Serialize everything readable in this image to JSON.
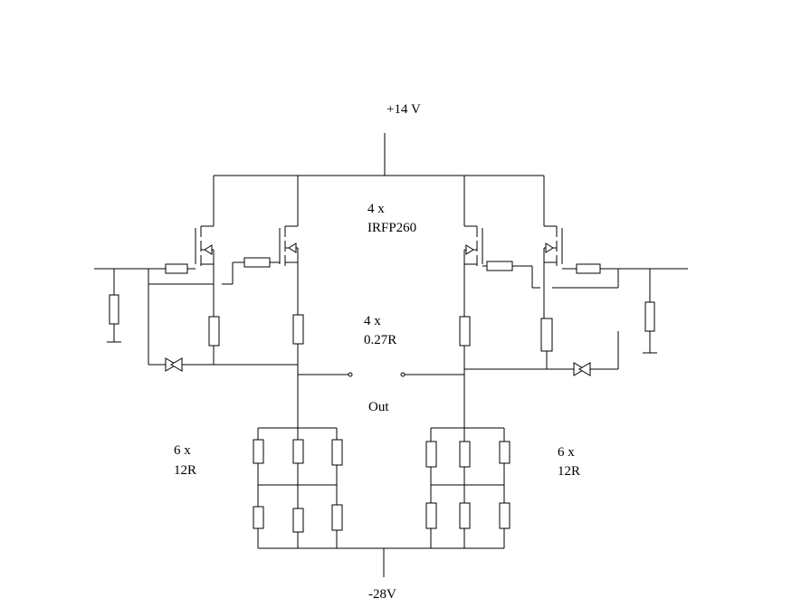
{
  "labels": {
    "supply_pos": "+14 V",
    "supply_neg": "-28V",
    "mosfet_count": "4 x",
    "mosfet_part": "IRFP260",
    "source_res_count": "4 x",
    "source_res_value": "0.27R",
    "output": "Out",
    "left_bank_count": "6 x",
    "left_bank_value": "12R",
    "right_bank_count": "6 x",
    "right_bank_value": "12R"
  }
}
